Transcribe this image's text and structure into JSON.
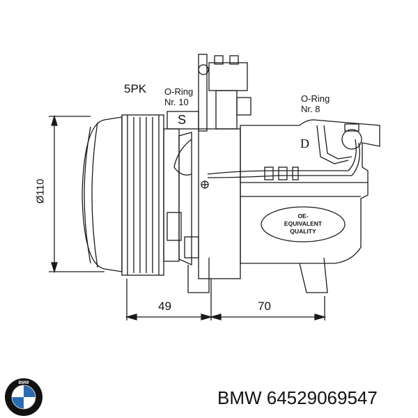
{
  "labels": {
    "pulley": "5PK",
    "oring_left": [
      "O-Ring",
      "Nr. 10"
    ],
    "oring_right": [
      "O-Ring",
      "Nr. 8"
    ],
    "port_s": "S",
    "port_d": "D",
    "diameter": "Ø110",
    "dim_left": "49",
    "dim_right": "70"
  },
  "oe_badge": [
    "OE-",
    "EQUIVALENT",
    "QUALITY"
  ],
  "brand": {
    "logo_text": "BMW",
    "caption": "BMW 64529069547"
  },
  "colors": {
    "line": "#1a1a1a",
    "logo_blue": "#2b6cb0",
    "logo_ring": "#111111"
  }
}
